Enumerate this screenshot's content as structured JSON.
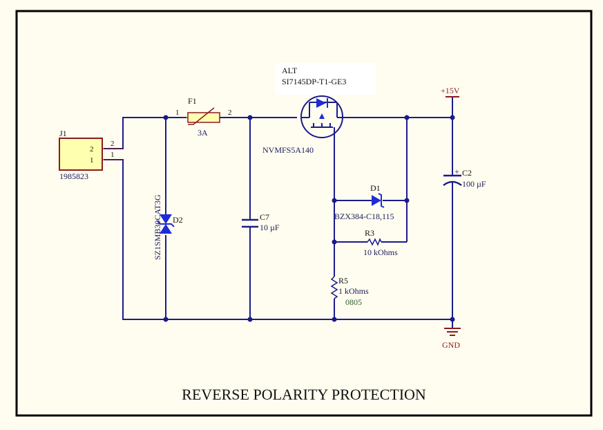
{
  "colors": {
    "wire": "#1a1a8c",
    "component": "#8b1a1a",
    "fill_yellow": "#ffffb0",
    "diode_fill": "#1e2bd6",
    "background": "#fffdf0",
    "border": "#000000"
  },
  "title": "REVERSE POLARITY PROTECTION",
  "components": {
    "j1": {
      "designator": "J1",
      "value": "1985823",
      "pin2": "2",
      "pin1": "1",
      "pinout2": "2",
      "pinout1": "1"
    },
    "f1": {
      "designator": "F1",
      "value": "3A",
      "pin1": "1",
      "pin2": "2"
    },
    "q1": {
      "designator": "ALT",
      "part": "SI7145DP-T1-GE3",
      "value": "NVMFS5A140"
    },
    "d2": {
      "designator": "D2",
      "value": "SZ1SMB30CAT3G"
    },
    "c7": {
      "designator": "C7",
      "value": "10 µF"
    },
    "c2": {
      "designator": "C2",
      "value": "100 µF",
      "polarity": "+"
    },
    "d1": {
      "designator": "D1",
      "value": "BZX384-C18,115"
    },
    "r3": {
      "designator": "R3",
      "value": "10 kOhms"
    },
    "r5": {
      "designator": "R5",
      "value": "1 kOhms",
      "package": "0805"
    }
  },
  "power": {
    "vplus": "+15V",
    "gnd": "GND"
  }
}
